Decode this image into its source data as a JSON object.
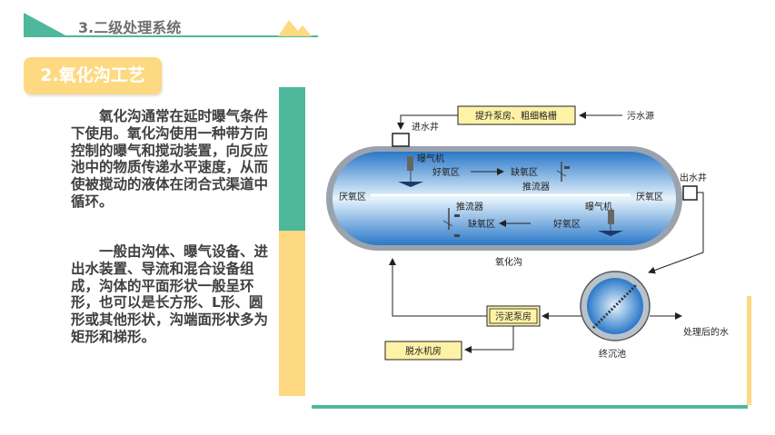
{
  "header": {
    "title": "3.二级处理系统"
  },
  "section": {
    "title": "2.氧化沟工艺"
  },
  "body": {
    "para1": "氧化沟通常在延时曝气条件下使用。氧化沟使用一种带方向控制的曝气和搅动装置，向反应池中的物质传递水平速度，从而使被搅动的液体在闭合式渠道中循环。",
    "para2": "一般由沟体、曝气设备、进出水装置、导流和混合设备组成，沟体的平面形状一般呈环形，也可以是长方形、L形、圆形或其他形状，沟端面形状多为矩形和梯形。"
  },
  "diagram": {
    "pump_room": "提升泵房、粗细格栅",
    "sewage_source": "污水源",
    "inlet_well": "进水井",
    "outlet_well": "出水井",
    "aerator_top": "曝气机",
    "aerobic_top": "好氧区",
    "anoxic_top": "缺氧区",
    "propeller_top": "推流器",
    "anaerobic_left": "厌氧区",
    "anaerobic_right": "厌氧区",
    "propeller_bottom": "推流器",
    "aerator_bottom": "曝气机",
    "anoxic_bottom": "缺氧区",
    "aerobic_bottom": "好氧区",
    "ditch_label": "氧化沟",
    "sludge_pump": "污泥泵房",
    "dewater_room": "脱水机房",
    "final_tank": "终沉池",
    "treated_water": "处理后的水"
  },
  "colors": {
    "teal": "#4db89b",
    "yellow": "#fdd982",
    "label_box": "#fdf2a6",
    "ditch_blue": "#3a8fd8"
  }
}
